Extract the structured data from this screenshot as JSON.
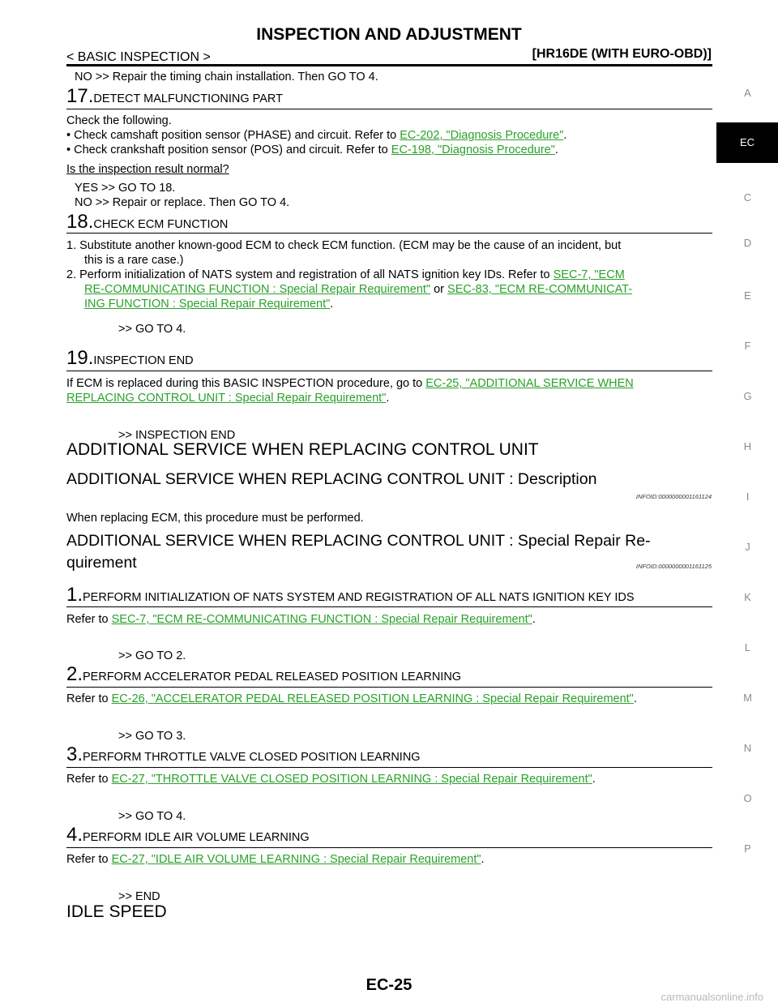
{
  "header": {
    "title": "INSPECTION AND ADJUSTMENT",
    "section": "< BASIC INSPECTION >",
    "model": "[HR16DE (WITH EURO-OBD)]"
  },
  "sidebar": {
    "letters": [
      "A",
      "C",
      "D",
      "E",
      "F",
      "G",
      "H",
      "I",
      "J",
      "K",
      "L",
      "M",
      "N",
      "O",
      "P"
    ],
    "active": "EC"
  },
  "content": {
    "line_no_timing": "NO     >> Repair the timing chain installation. Then GO TO 4.",
    "s17_num": "17.",
    "s17_title": "DETECT MALFUNCTIONING PART",
    "s17_intro": "Check the following.",
    "s17_b1_pre": "• Check camshaft position sensor (PHASE) and circuit. Refer to ",
    "s17_b1_link": "EC-202, \"Diagnosis Procedure\"",
    "s17_b2_pre": "• Check crankshaft position sensor (POS) and circuit. Refer to ",
    "s17_b2_link": "EC-198, \"Diagnosis Procedure\"",
    "dot": ".",
    "s17_q": "Is the inspection result normal?",
    "s17_yes": "YES    >> GO TO 18.",
    "s17_no": "NO     >> Repair or replace. Then GO TO 4.",
    "s18_num": "18.",
    "s18_title": "CHECK ECM FUNCTION",
    "s18_i1a": "1.  Substitute another known-good ECM to check ECM function. (ECM may be the cause of an incident, but",
    "s18_i1b": "this is a rare case.)",
    "s18_i2a_pre": "2.  Perform initialization of NATS system and registration of all NATS ignition key IDs. Refer to ",
    "s18_i2a_link": "SEC-7, \"ECM",
    "s18_i2b_link1": "RE-COMMUNICATING FUNCTION : Special Repair Requirement\"",
    "s18_i2b_or": " or ",
    "s18_i2b_link2": "SEC-83, \"ECM RE-COMMUNICAT-",
    "s18_i2c_link": "ING FUNCTION : Special Repair Requirement\"",
    "s18_goto": ">> GO TO 4.",
    "s19_num": "19.",
    "s19_title": "INSPECTION END",
    "s19_p_pre": "If ECM is replaced during this BASIC INSPECTION procedure, go to ",
    "s19_p_link1": "EC-25, \"ADDITIONAL SERVICE WHEN",
    "s19_p_link2": "REPLACING CONTROL UNIT : Special Repair Requirement\"",
    "s19_end": ">> INSPECTION END",
    "h_asw": "ADDITIONAL SERVICE WHEN REPLACING CONTROL UNIT",
    "h_desc": "ADDITIONAL SERVICE WHEN REPLACING CONTROL UNIT : Description",
    "infoid1": "INFOID:0000000001161124",
    "desc_text": "When replacing ECM, this procedure must be performed.",
    "h_srr_1": "ADDITIONAL SERVICE WHEN REPLACING CONTROL UNIT : Special Repair Re-",
    "h_srr_2": "quirement",
    "infoid2": "INFOID:0000000001161125",
    "p1_num": "1.",
    "p1_title": "PERFORM INITIALIZATION OF NATS SYSTEM AND REGISTRATION OF ALL NATS IGNITION KEY IDS",
    "refer_to": "Refer to ",
    "p1_link": "SEC-7, \"ECM RE-COMMUNICATING FUNCTION : Special Repair Requirement\"",
    "p1_goto": ">> GO TO 2.",
    "p2_num": "2.",
    "p2_title": "PERFORM ACCELERATOR PEDAL RELEASED POSITION LEARNING",
    "p2_link": "EC-26, \"ACCELERATOR PEDAL RELEASED POSITION LEARNING : Special Repair Requirement\"",
    "p2_goto": ">> GO TO 3.",
    "p3_num": "3.",
    "p3_title": "PERFORM THROTTLE VALVE CLOSED POSITION LEARNING",
    "p3_link": "EC-27, \"THROTTLE VALVE CLOSED POSITION LEARNING : Special Repair Requirement\"",
    "p3_goto": ">> GO TO 4.",
    "p4_num": "4.",
    "p4_title": "PERFORM IDLE AIR VOLUME LEARNING",
    "p4_link": "EC-27, \"IDLE AIR VOLUME LEARNING : Special Repair Requirement\"",
    "p4_end": ">> END",
    "h_idle": "IDLE SPEED"
  },
  "footer": {
    "page": "EC-25",
    "watermark": "carmanualsonline.info"
  }
}
